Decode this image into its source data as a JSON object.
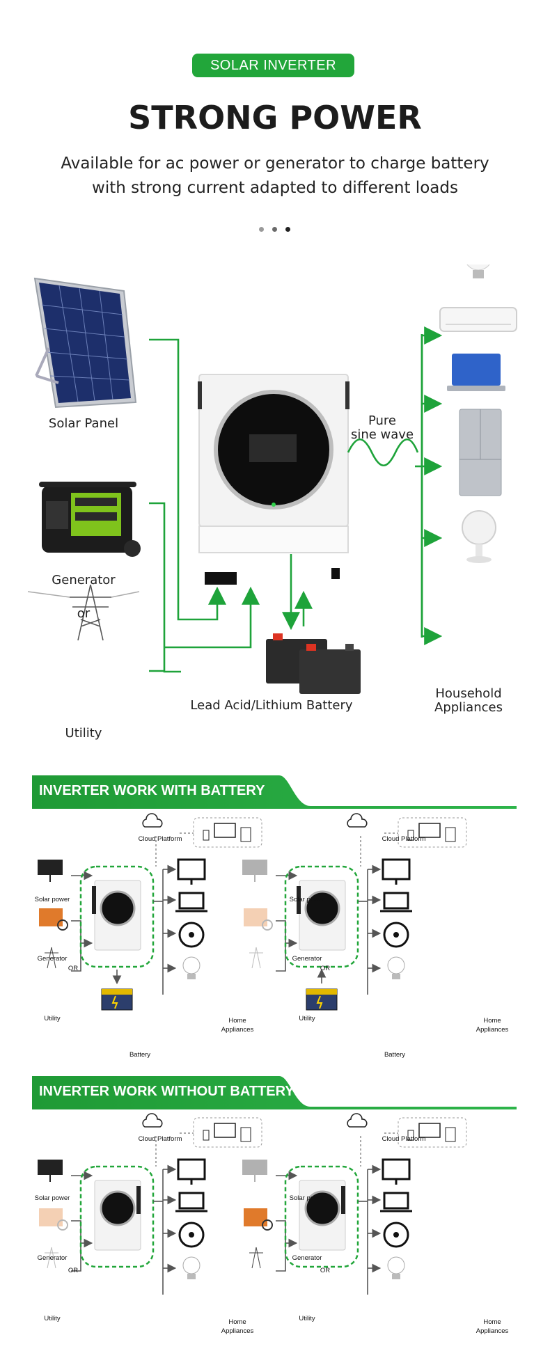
{
  "header": {
    "badge": "SOLAR INVERTER",
    "title": "STRONG POWER",
    "subtitle_line1": "Available for ac power or generator to charge battery",
    "subtitle_line2": "with strong current adapted to different loads",
    "carousel_dots": 3,
    "active_dot": 3
  },
  "overview": {
    "solar_panel": "Solar Panel",
    "generator": "Generator",
    "or": "or",
    "utility": "Utility",
    "battery": "Lead Acid/Lithium Battery",
    "pure": "Pure",
    "sine_wave": "sine wave",
    "household_1": "Household",
    "household_2": "Appliances"
  },
  "section_battery": {
    "banner": "INVERTER WORK WITH BATTERY",
    "left": {
      "cloud": "Cloud Platform",
      "solar": "Solar power",
      "generator": "Generator",
      "or": "OR",
      "utility": "Utility",
      "battery": "Battery",
      "home_1": "Home",
      "home_2": "Appliances"
    },
    "right": {
      "cloud": "Cloud Platform",
      "solar": "Solar power",
      "generator": "Generator",
      "or": "OR",
      "utility": "Utility",
      "battery": "Battery",
      "home_1": "Home",
      "home_2": "Appliances"
    }
  },
  "section_no_battery": {
    "banner": "INVERTER WORK WITHOUT BATTERY",
    "left": {
      "cloud": "Cloud Platform",
      "solar": "Solar power",
      "generator": "Generator",
      "or": "OR",
      "utility": "Utility",
      "home_1": "Home",
      "home_2": "Appliances"
    },
    "right": {
      "cloud": "Cloud Platform",
      "solar": "Solar power",
      "generator": "Generator",
      "or": "OR",
      "utility": "Utility",
      "home_1": "Home",
      "home_2": "Appliances"
    }
  },
  "colors": {
    "accent": "#22a63a",
    "line": "#1ea33a",
    "dark": "#222222"
  }
}
